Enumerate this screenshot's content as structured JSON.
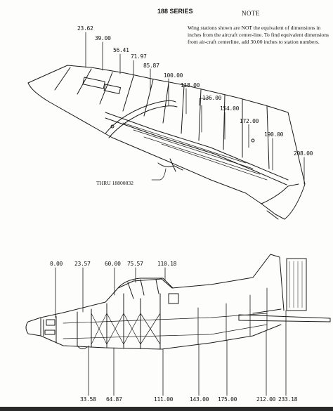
{
  "header": {
    "series": "188 SERIES",
    "note_heading": "NOTE",
    "note_text": "Wing stations shown are NOT the equivalent of dimensions in inches from the aircraft center-line.  To find equivalent dimensions from air-craft centerline, add 30.00 inches to station numbers."
  },
  "wing": {
    "thru_label": "THRU 18800832",
    "stations": [
      "23.62",
      "39.00",
      "56.41",
      "71.97",
      "85.87",
      "100.00",
      "118.00",
      "136.00",
      "154.00",
      "172.00",
      "190.00",
      "208.00"
    ]
  },
  "fuselage": {
    "top_stations": [
      "0.00",
      "23.57",
      "60.00",
      "75.57",
      "110.18"
    ],
    "bottom_stations": [
      "33.58",
      "64.87",
      "111.00",
      "143.00",
      "175.00",
      "212.00",
      "233.18"
    ]
  }
}
